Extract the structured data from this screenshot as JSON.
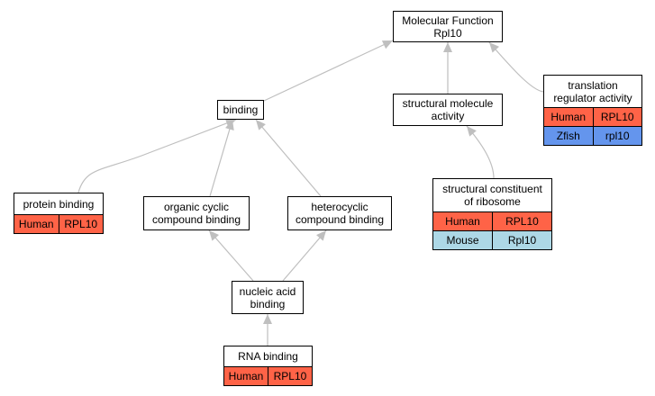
{
  "colors": {
    "human": "#ff6347",
    "mouse": "#add8e6",
    "zfish": "#6495ed",
    "edge": "#bfbfbf"
  },
  "nodes": {
    "molecular_function": {
      "title": [
        "Molecular Function",
        "Rpl10"
      ]
    },
    "binding": {
      "title": [
        "binding"
      ]
    },
    "structural_molecule_activity": {
      "title": [
        "structural molecule",
        "activity"
      ]
    },
    "translation_regulator_activity": {
      "title": [
        "translation",
        "regulator activity"
      ],
      "annotations": [
        {
          "species": "Human",
          "gene": "RPL10",
          "color": "human"
        },
        {
          "species": "Zfish",
          "gene": "rpl10",
          "color": "zfish"
        }
      ]
    },
    "protein_binding": {
      "title": [
        "protein binding"
      ],
      "annotations": [
        {
          "species": "Human",
          "gene": "RPL10",
          "color": "human"
        }
      ]
    },
    "organic_cyclic_compound_binding": {
      "title": [
        "organic cyclic",
        "compound binding"
      ]
    },
    "heterocyclic_compound_binding": {
      "title": [
        "heterocyclic",
        "compound binding"
      ]
    },
    "structural_constituent_of_ribosome": {
      "title": [
        "structural constituent",
        "of ribosome"
      ],
      "annotations": [
        {
          "species": "Human",
          "gene": "RPL10",
          "color": "human"
        },
        {
          "species": "Mouse",
          "gene": "Rpl10",
          "color": "mouse"
        }
      ]
    },
    "nucleic_acid_binding": {
      "title": [
        "nucleic acid",
        "binding"
      ]
    },
    "rna_binding": {
      "title": [
        "RNA binding"
      ],
      "annotations": [
        {
          "species": "Human",
          "gene": "RPL10",
          "color": "human"
        }
      ]
    }
  },
  "edges": [
    {
      "from": "binding",
      "to": "molecular_function"
    },
    {
      "from": "structural_molecule_activity",
      "to": "molecular_function"
    },
    {
      "from": "translation_regulator_activity",
      "to": "molecular_function"
    },
    {
      "from": "protein_binding",
      "to": "binding"
    },
    {
      "from": "organic_cyclic_compound_binding",
      "to": "binding"
    },
    {
      "from": "heterocyclic_compound_binding",
      "to": "binding"
    },
    {
      "from": "structural_constituent_of_ribosome",
      "to": "structural_molecule_activity"
    },
    {
      "from": "nucleic_acid_binding",
      "to": "organic_cyclic_compound_binding"
    },
    {
      "from": "nucleic_acid_binding",
      "to": "heterocyclic_compound_binding"
    },
    {
      "from": "rna_binding",
      "to": "nucleic_acid_binding"
    }
  ]
}
